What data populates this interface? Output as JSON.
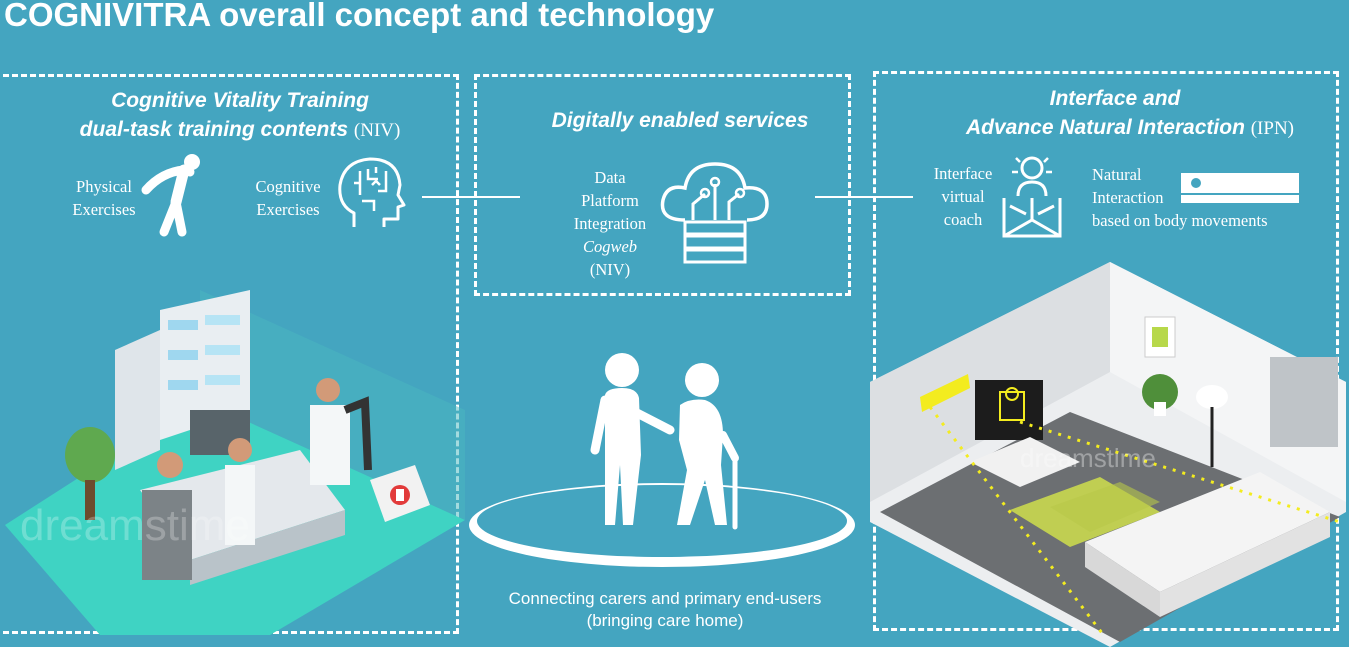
{
  "title": "COGNIVITRA overall concept and technology",
  "left": {
    "title_line1": "Cognitive Vitality Training",
    "title_line2": "dual-task training contents",
    "tag": "(NIV)",
    "physical": [
      "Physical",
      "Exercises"
    ],
    "cognitive": [
      "Cognitive",
      "Exercises"
    ]
  },
  "center": {
    "title": "Digitally enabled services",
    "lines": [
      "Data",
      "Platform",
      "Integration",
      "Cogweb",
      "(NIV)"
    ],
    "caption": [
      "Connecting carers and primary end-users",
      "(bringing care home)"
    ]
  },
  "right": {
    "title_line1": "Interface and",
    "title_line2": "Advance Natural Interaction",
    "tag": "(IPN)",
    "coach": [
      "Interface",
      "virtual",
      "coach"
    ],
    "natural": [
      "Natural",
      "Interaction",
      "based on body movements"
    ]
  },
  "watermarks": [
    "dreamstime",
    "dreamstime"
  ],
  "colors": {
    "background": "#44a5c0",
    "accent_yellow": "#f3ec1f",
    "teal_floor": "#40d4c4"
  }
}
